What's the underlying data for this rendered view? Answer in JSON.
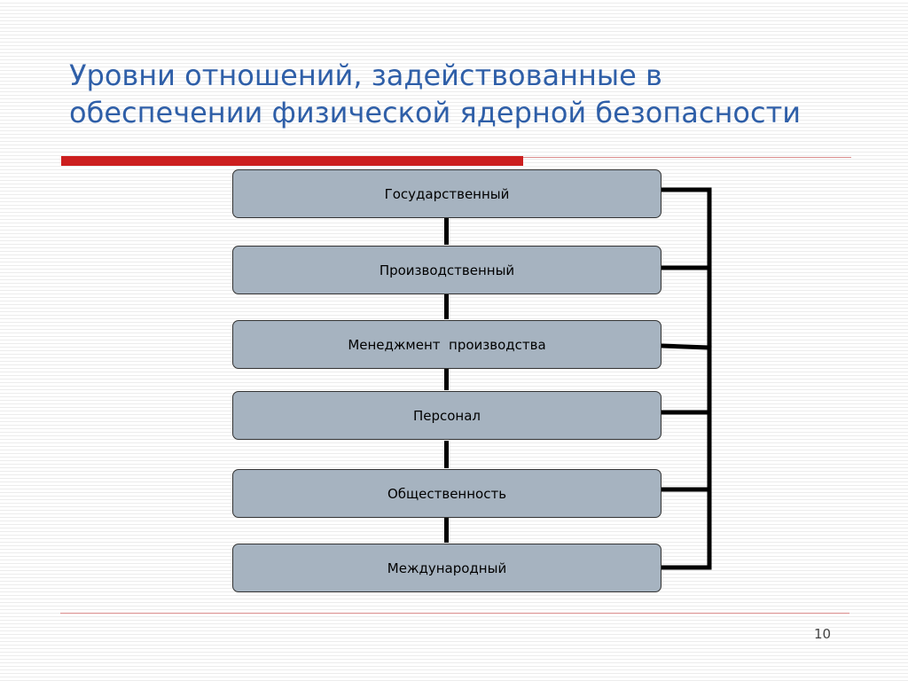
{
  "slide": {
    "title_line1": "Уровни отношений, задействованные в",
    "title_line2": "обеспечении физической ядерной безопасности",
    "page_number": "10"
  },
  "diagram": {
    "levels": [
      {
        "label": "Государственный"
      },
      {
        "label": "Производственный"
      },
      {
        "label": "Менеджмент  производства"
      },
      {
        "label": "Персонал"
      },
      {
        "label": "Общественность"
      },
      {
        "label": "Международный"
      }
    ]
  },
  "colors": {
    "title": "#2f5fa8",
    "accent_red": "#cc1f1f",
    "box_fill": "#a6b3c0",
    "lines": "#000000"
  }
}
